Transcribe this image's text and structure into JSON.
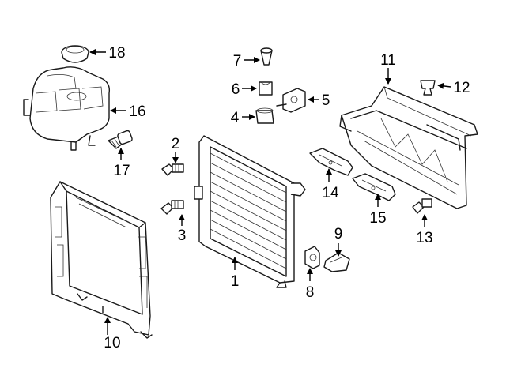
{
  "diagram": {
    "callouts": {
      "p1": "1",
      "p2": "2",
      "p3": "3",
      "p4": "4",
      "p5": "5",
      "p6": "6",
      "p7": "7",
      "p8": "8",
      "p9": "9",
      "p10": "10",
      "p11": "11",
      "p12": "12",
      "p13": "13",
      "p14": "14",
      "p15": "15",
      "p16": "16",
      "p17": "17",
      "p18": "18"
    }
  }
}
